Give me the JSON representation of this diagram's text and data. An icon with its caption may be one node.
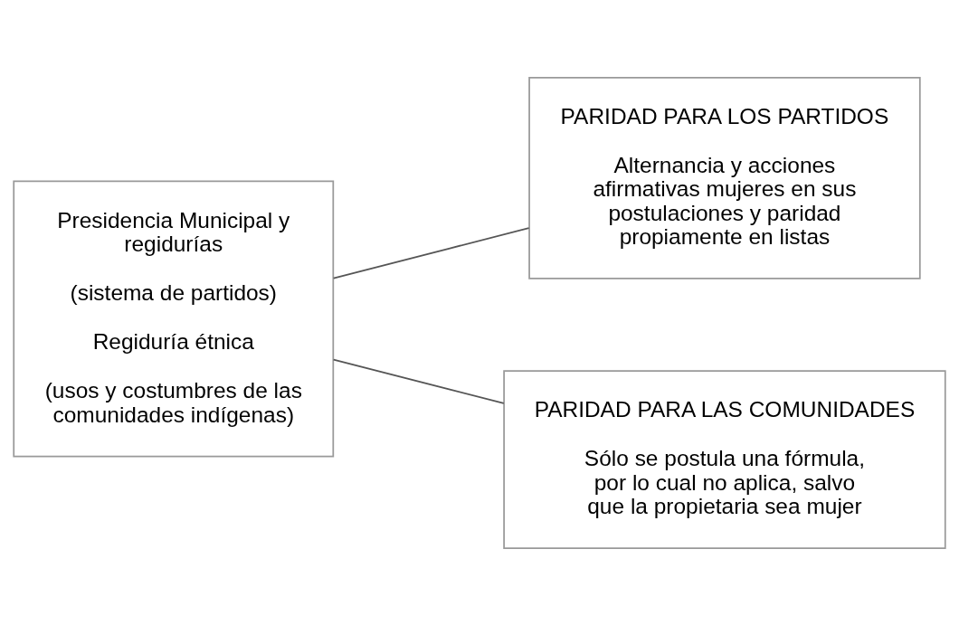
{
  "diagram": {
    "nodes": [
      {
        "text": [
          "Presidencia Municipal y regidurías",
          "(sistema de partidos)",
          "Regiduría étnica",
          "(usos y costumbres de las comunidades indígenas)"
        ]
      },
      {
        "text": [
          "PARIDAD PARA LOS PARTIDOS",
          "Alternancia y acciones afirmativas mujeres en sus postulaciones y paridad propiamente en listas"
        ]
      },
      {
        "text": [
          "PARIDAD PARA LAS COMUNIDADES",
          "Sólo se postula una fórmula, por lo cual no aplica, salvo que la propietaria sea mujer"
        ]
      }
    ],
    "edges": [
      {
        "from": 0,
        "to": 1,
        "arrow": "none"
      },
      {
        "from": 0,
        "to": 2,
        "arrow": "none"
      }
    ]
  }
}
